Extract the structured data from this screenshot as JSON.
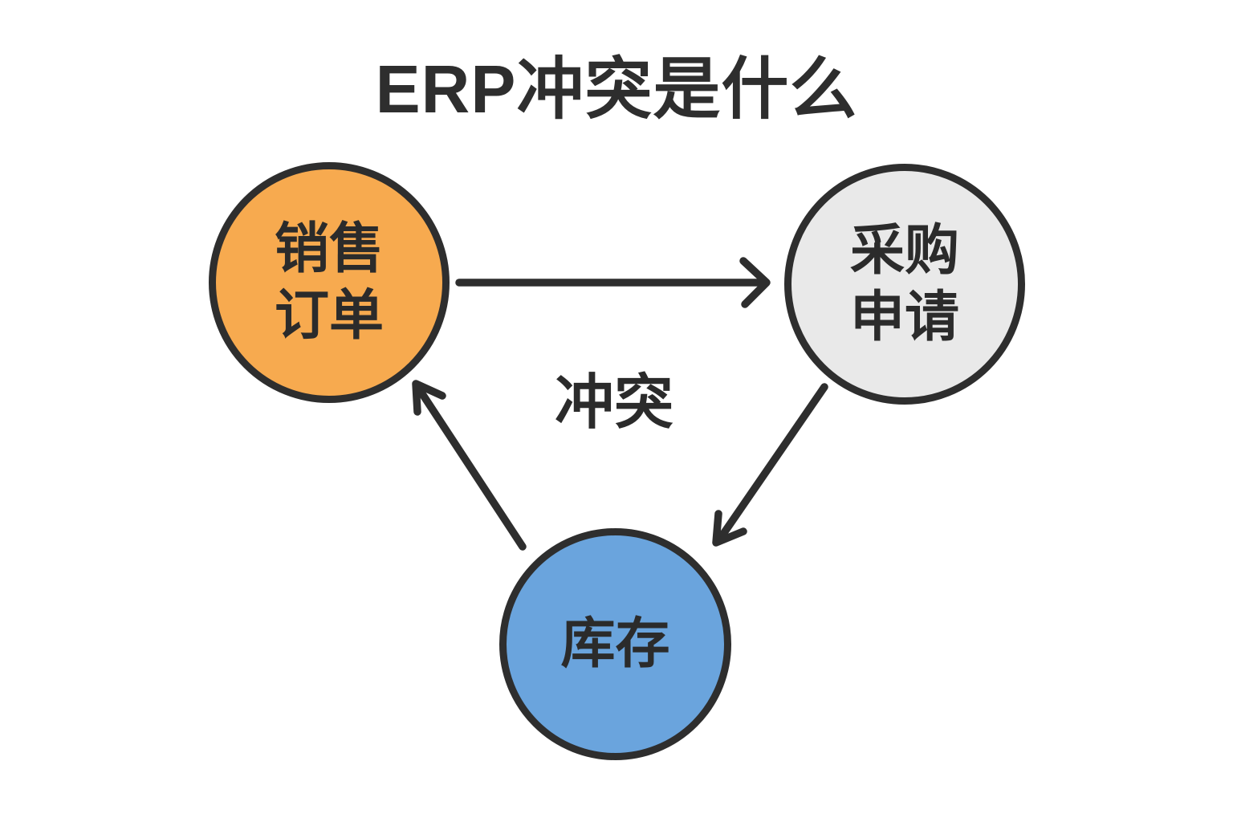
{
  "title": "ERP冲突是什么",
  "conflict_label": "冲突",
  "nodes": {
    "sales_order": {
      "lines": [
        "销售",
        "订单"
      ],
      "color": "#F7AA4F"
    },
    "purchase_request": {
      "lines": [
        "采购",
        "申请"
      ],
      "color": "#E9E9E9"
    },
    "inventory": {
      "lines": [
        "库存"
      ],
      "color": "#6AA4DD"
    }
  },
  "edges": [
    {
      "from": "sales_order",
      "to": "purchase_request",
      "style": "straight-right-arrow"
    },
    {
      "from": "purchase_request",
      "to": "inventory",
      "style": "diagonal-down-left-arrow"
    },
    {
      "from": "inventory",
      "to": "sales_order",
      "style": "diagonal-up-left-arrow"
    }
  ],
  "colors": {
    "background": "#FFFFFF",
    "outline": "#2E2E2E",
    "text": "#2B2B2B"
  }
}
